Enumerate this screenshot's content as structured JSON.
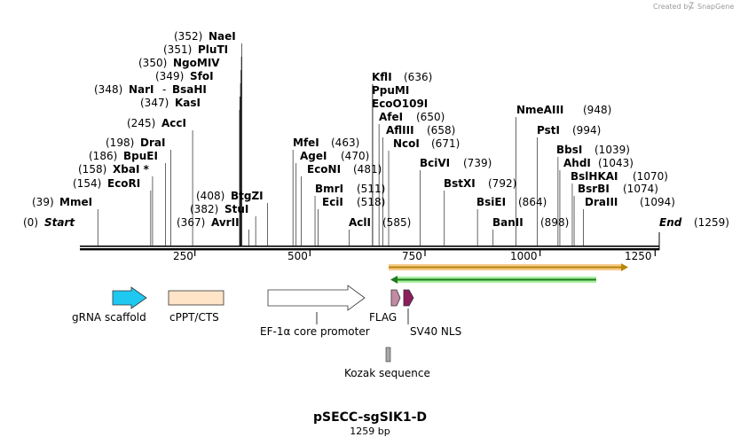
{
  "header": {
    "credit": "Created by",
    "brand": "SnapGene"
  },
  "map": {
    "title": "pSECC-sgSIK1-D",
    "length_label": "1259 bp",
    "length_bp": 1259,
    "ruler_ticks": [
      "250",
      "500",
      "750",
      "1000",
      "1250"
    ],
    "ruler_values": [
      250,
      500,
      750,
      1000,
      1250
    ],
    "start_label": "Start",
    "start_pos": "(0)",
    "end_label": "End",
    "end_pos": "(1259)"
  },
  "sites": [
    {
      "pos": "(39)",
      "name": "MmeI",
      "bp": 39
    },
    {
      "pos": "(154)",
      "name": "EcoRI",
      "bp": 154
    },
    {
      "pos": "(158)",
      "name": "XbaI *",
      "bp": 158
    },
    {
      "pos": "(186)",
      "name": "BpuEI",
      "bp": 186
    },
    {
      "pos": "(198)",
      "name": "DraI",
      "bp": 198
    },
    {
      "pos": "(245)",
      "name": "AccI",
      "bp": 245
    },
    {
      "pos": "(347)",
      "name": "KasI",
      "bp": 347
    },
    {
      "pos": "(348)",
      "name": "NarI",
      "bp": 348
    },
    {
      "pos": "",
      "name": "BsaHI",
      "bp": 348
    },
    {
      "pos": "(349)",
      "name": "SfoI",
      "bp": 349
    },
    {
      "pos": "(350)",
      "name": "NgoMIV",
      "bp": 350
    },
    {
      "pos": "(351)",
      "name": "PluTI",
      "bp": 351
    },
    {
      "pos": "(352)",
      "name": "NaeI",
      "bp": 352
    },
    {
      "pos": "(367)",
      "name": "AvrII",
      "bp": 367
    },
    {
      "pos": "(382)",
      "name": "StuI",
      "bp": 382
    },
    {
      "pos": "(408)",
      "name": "BtgZI",
      "bp": 408
    },
    {
      "pos": "(463)",
      "name": "MfeI",
      "bp": 463
    },
    {
      "pos": "(470)",
      "name": "AgeI",
      "bp": 470
    },
    {
      "pos": "(481)",
      "name": "EcoNI",
      "bp": 481
    },
    {
      "pos": "(511)",
      "name": "BmrI",
      "bp": 511
    },
    {
      "pos": "(518)",
      "name": "EciI",
      "bp": 518
    },
    {
      "pos": "(585)",
      "name": "AclI",
      "bp": 585
    },
    {
      "pos": "(636)",
      "name": "KflI",
      "bp": 636
    },
    {
      "pos": "",
      "name": "PpuMI",
      "bp": 636
    },
    {
      "pos": "",
      "name": "EcoO109I",
      "bp": 636
    },
    {
      "pos": "(650)",
      "name": "AfeI",
      "bp": 650
    },
    {
      "pos": "(658)",
      "name": "AflIII",
      "bp": 658
    },
    {
      "pos": "(671)",
      "name": "NcoI",
      "bp": 671
    },
    {
      "pos": "(739)",
      "name": "BciVI",
      "bp": 739
    },
    {
      "pos": "(792)",
      "name": "BstXI",
      "bp": 792
    },
    {
      "pos": "(864)",
      "name": "BsiEI",
      "bp": 864
    },
    {
      "pos": "(898)",
      "name": "BanII",
      "bp": 898
    },
    {
      "pos": "(948)",
      "name": "NmeAIII",
      "bp": 948
    },
    {
      "pos": "(994)",
      "name": "PstI",
      "bp": 994
    },
    {
      "pos": "(1039)",
      "name": "BbsI",
      "bp": 1039
    },
    {
      "pos": "(1043)",
      "name": "AhdI",
      "bp": 1043
    },
    {
      "pos": "(1070)",
      "name": "BslHKAI",
      "bp": 1070
    },
    {
      "pos": "(1074)",
      "name": "BsrBI",
      "bp": 1074
    },
    {
      "pos": "(1094)",
      "name": "DraIII",
      "bp": 1094
    }
  ],
  "features": [
    {
      "name": "gRNA scaffold",
      "type": "arrow",
      "color": "#1ec8f0"
    },
    {
      "name": "cPPT/CTS",
      "type": "box",
      "color": "#ffe4c8"
    },
    {
      "name": "EF-1α core promoter",
      "type": "arrow",
      "color": "#ffffff"
    },
    {
      "name": "FLAG",
      "type": "arrow",
      "color": "#c38aa6"
    },
    {
      "name": "SV40 NLS",
      "type": "arrow",
      "color": "#8b1e5c"
    },
    {
      "name": "Kozak sequence",
      "type": "box",
      "color": "#a8a8a8"
    }
  ],
  "orfs": [
    {
      "color": "#f5a623",
      "direction": "forward"
    },
    {
      "color": "#4cc84a",
      "direction": "reverse"
    }
  ]
}
